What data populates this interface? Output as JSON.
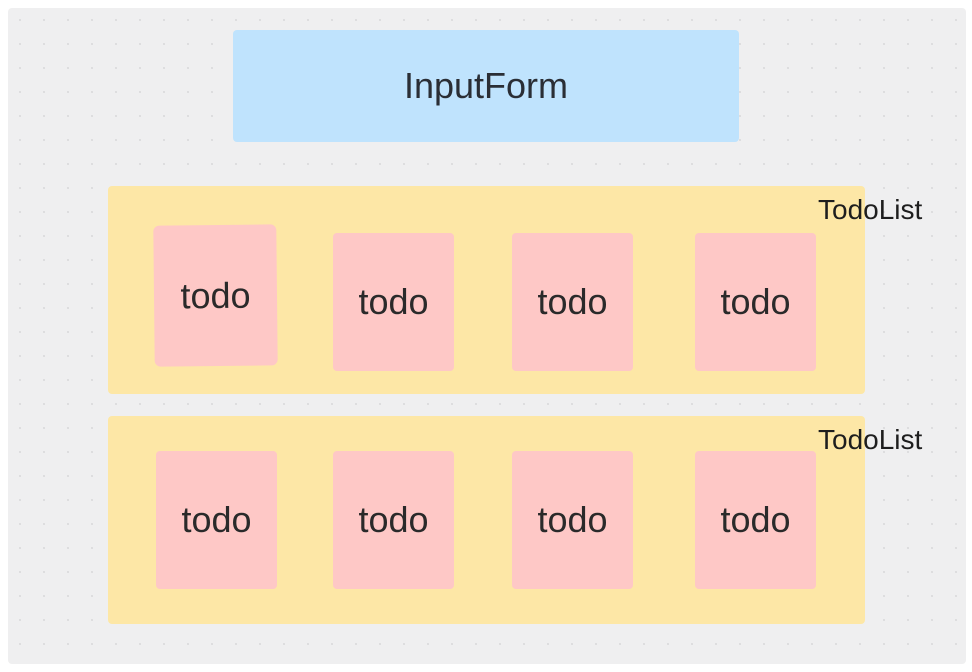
{
  "input_form": {
    "label": "InputForm"
  },
  "todo_lists": [
    {
      "label": "TodoList",
      "todos": [
        "todo",
        "todo",
        "todo",
        "todo"
      ]
    },
    {
      "label": "TodoList",
      "todos": [
        "todo",
        "todo",
        "todo",
        "todo"
      ]
    }
  ],
  "colors": {
    "canvas": "#efeff0",
    "input_form": "#bfe3fd",
    "todo_list": "#fde7a6",
    "todo": "#fec8c6"
  }
}
